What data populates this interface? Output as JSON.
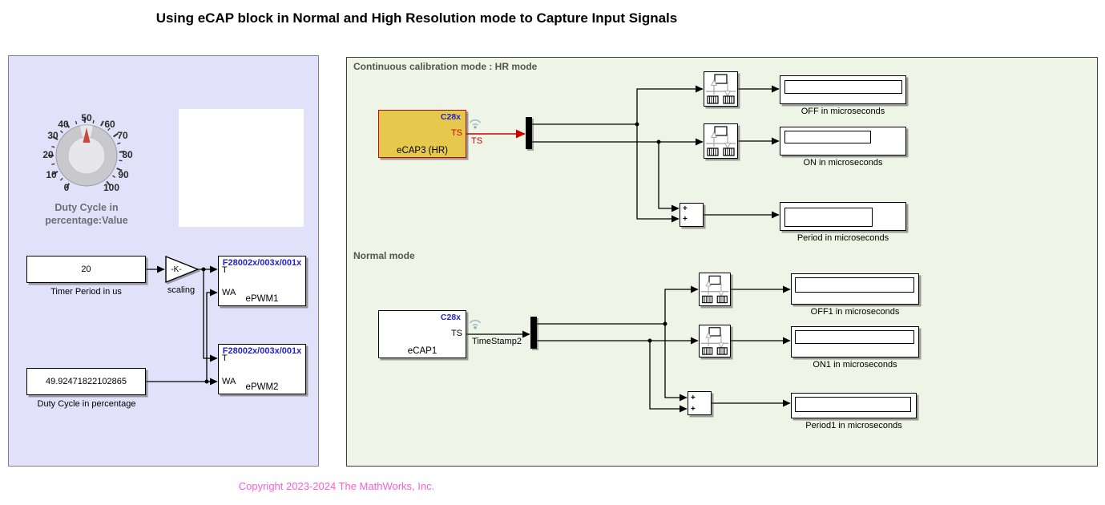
{
  "title": "Using eCAP block in Normal and High Resolution mode to Capture Input Signals",
  "copyright": "Copyright 2023-2024 The MathWorks, Inc.",
  "colors": {
    "left_panel_bg": "#e1e2f9",
    "right_panel_bg": "#eef5e6",
    "ecap_hr_fill": "#e6c94c",
    "ecap_hr_border": "#cc0000",
    "signal_red": "#cc0000",
    "chip_blue": "#2222cc",
    "copyright_pink": "#f75fd7"
  },
  "icons": {
    "streaming_icon": "wifi-signal-arcs",
    "knob_needle": "red-pointer"
  },
  "left_panel": {
    "knob": {
      "tick_labels": [
        "0",
        "10",
        "20",
        "30",
        "40",
        "50",
        "60",
        "70",
        "80",
        "90",
        "100"
      ],
      "caption": [
        "Duty Cycle in",
        "percentage:Value"
      ]
    },
    "timer_period_block": {
      "value": "20",
      "label": "Timer Period in us"
    },
    "duty_cycle_block": {
      "value": "49.92471822102865",
      "label": "Duty Cycle in percentage"
    },
    "gain_block": {
      "text": "-K-",
      "label": "scaling"
    },
    "epwm1_block": {
      "chip": "F28002x/003x/001x",
      "port_t": "T",
      "port_wa": "WA",
      "name": "ePWM1"
    },
    "epwm2_block": {
      "chip": "F28002x/003x/001x",
      "port_t": "T",
      "port_wa": "WA",
      "name": "ePWM2"
    }
  },
  "hr_section": {
    "heading": "Continuous calibration mode : HR mode",
    "ecap_block": {
      "chip": "C28x",
      "port": "TS",
      "name": "eCAP3 (HR)",
      "signal_label": "TS"
    },
    "sum_block": {
      "plus1": "+",
      "plus2": "+"
    },
    "displays": [
      {
        "label": "OFF in microseconds"
      },
      {
        "label": "ON in microseconds"
      },
      {
        "label": "Period in microseconds"
      }
    ]
  },
  "normal_section": {
    "heading": "Normal mode",
    "ecap_block": {
      "chip": "C28x",
      "port": "TS",
      "name": "eCAP1",
      "signal_label": "TimeStamp2"
    },
    "sum_block": {
      "plus1": "+",
      "plus2": "+"
    },
    "displays": [
      {
        "label": "OFF1 in microseconds"
      },
      {
        "label": "ON1 in microseconds"
      },
      {
        "label": "Period1 in microseconds"
      }
    ]
  }
}
